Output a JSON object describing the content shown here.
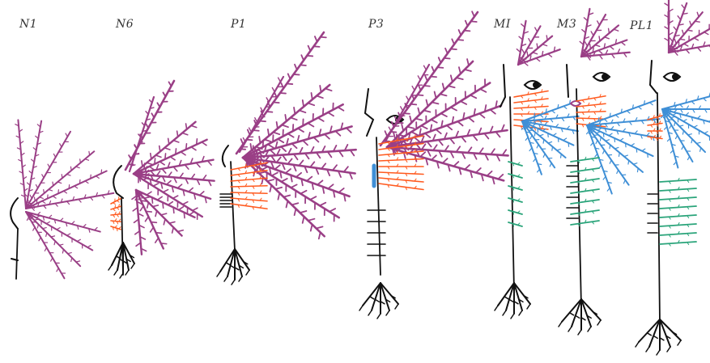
{
  "colors": {
    "black": "#111111",
    "purple": "#9a3f86",
    "orange": "#ff5a1f",
    "blue": "#3f8fd6",
    "green": "#2aa47a"
  },
  "stages": [
    {
      "label": "N1"
    },
    {
      "label": "N6"
    },
    {
      "label": "P1"
    },
    {
      "label": "P3"
    },
    {
      "label": "MI"
    },
    {
      "label": "M3"
    },
    {
      "label": "PL1"
    }
  ]
}
